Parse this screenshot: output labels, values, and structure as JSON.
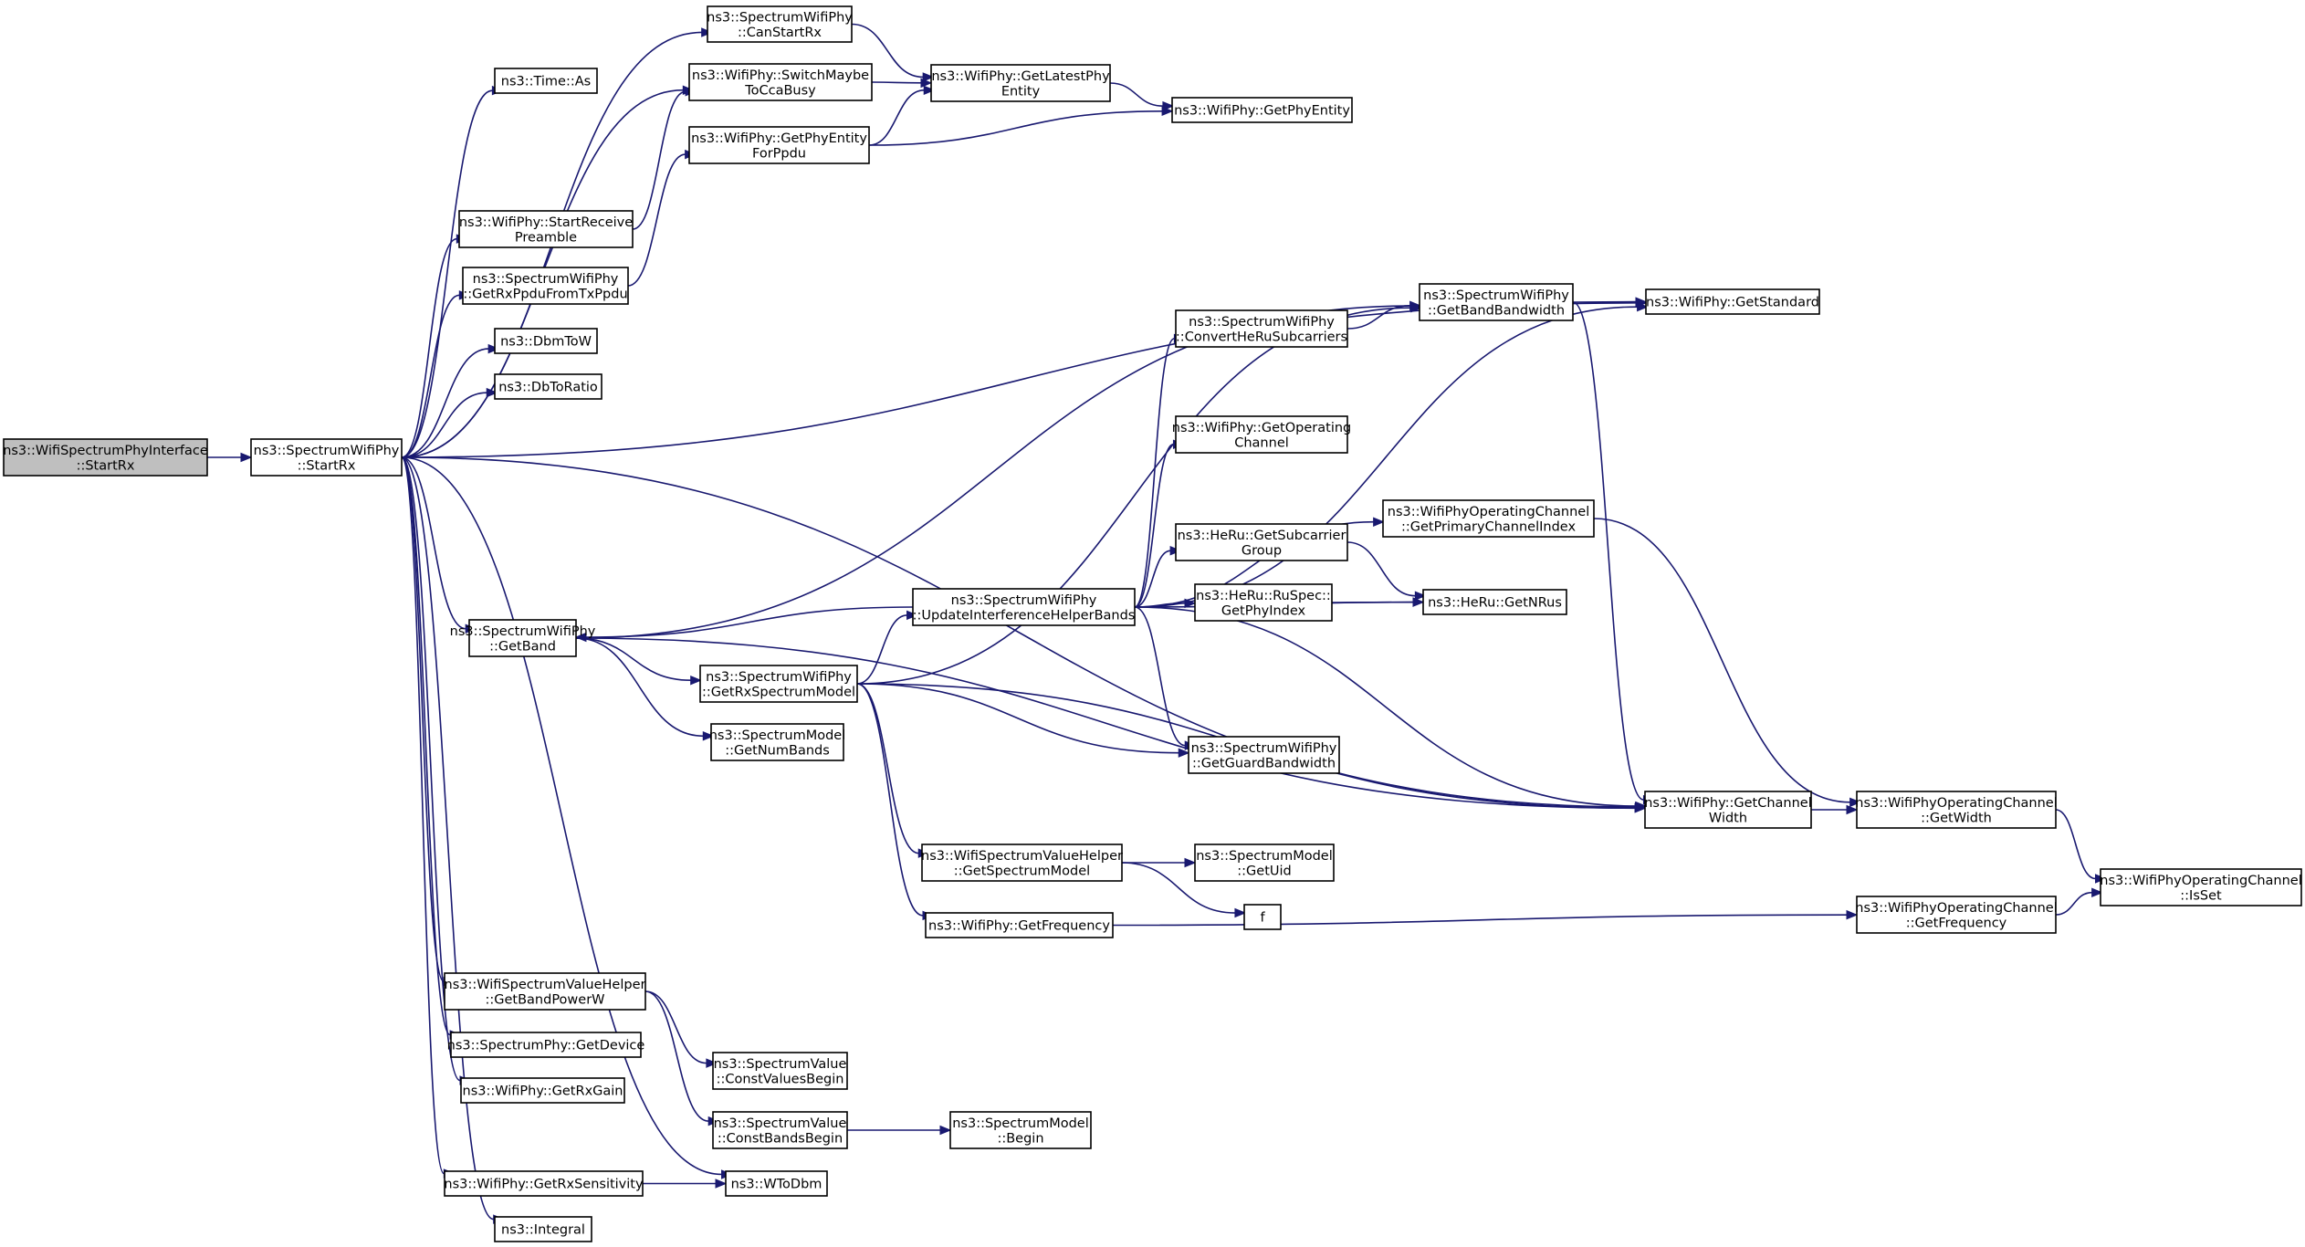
{
  "colors": {
    "edge": "#191970",
    "root_fill": "#bfbfbf",
    "node_fill": "#ffffff",
    "border": "#000000"
  },
  "nodes": [
    {
      "id": "root",
      "lines": [
        "ns3::WifiSpectrumPhyInterface",
        "::StartRx"
      ],
      "root": true
    },
    {
      "id": "sp_startrx",
      "lines": [
        "ns3::SpectrumWifiPhy",
        "::StartRx"
      ]
    },
    {
      "id": "canstartrx",
      "lines": [
        "ns3::SpectrumWifiPhy",
        "::CanStartRx"
      ]
    },
    {
      "id": "time_as",
      "lines": [
        "ns3::Time::As"
      ]
    },
    {
      "id": "switchmaybe",
      "lines": [
        "ns3::WifiPhy::SwitchMaybe",
        "ToCcaBusy"
      ]
    },
    {
      "id": "getlatestphy",
      "lines": [
        "ns3::WifiPhy::GetLatestPhy",
        "Entity"
      ]
    },
    {
      "id": "getphyentity",
      "lines": [
        "ns3::WifiPhy::GetPhyEntity"
      ]
    },
    {
      "id": "getphyentityppdu",
      "lines": [
        "ns3::WifiPhy::GetPhyEntity",
        "ForPpdu"
      ]
    },
    {
      "id": "startreceive",
      "lines": [
        "ns3::WifiPhy::StartReceive",
        "Preamble"
      ]
    },
    {
      "id": "getrxppdu",
      "lines": [
        "ns3::SpectrumWifiPhy",
        "::GetRxPpduFromTxPpdu"
      ]
    },
    {
      "id": "dbmtow",
      "lines": [
        "ns3::DbmToW"
      ]
    },
    {
      "id": "dbtoratio",
      "lines": [
        "ns3::DbToRatio"
      ]
    },
    {
      "id": "getbandwidth",
      "lines": [
        "ns3::SpectrumWifiPhy",
        "::GetBandBandwidth"
      ]
    },
    {
      "id": "getstandard",
      "lines": [
        "ns3::WifiPhy::GetStandard"
      ]
    },
    {
      "id": "converthe",
      "lines": [
        "ns3::SpectrumWifiPhy",
        "::ConvertHeRuSubcarriers"
      ]
    },
    {
      "id": "getopchannel",
      "lines": [
        "ns3::WifiPhy::GetOperating",
        "Channel"
      ]
    },
    {
      "id": "getprimaryidx",
      "lines": [
        "ns3::WifiPhyOperatingChannel",
        "::GetPrimaryChannelIndex"
      ]
    },
    {
      "id": "getsubcarrier",
      "lines": [
        "ns3::HeRu::GetSubcarrier",
        "Group"
      ]
    },
    {
      "id": "ruspec_phyidx",
      "lines": [
        "ns3::HeRu::RuSpec::",
        "GetPhyIndex"
      ]
    },
    {
      "id": "getnrus",
      "lines": [
        "ns3::HeRu::GetNRus"
      ]
    },
    {
      "id": "updateinterf",
      "lines": [
        "ns3::SpectrumWifiPhy",
        "::UpdateInterferenceHelperBands"
      ]
    },
    {
      "id": "getband",
      "lines": [
        "ns3::SpectrumWifiPhy",
        "::GetBand"
      ]
    },
    {
      "id": "getrxspectrum",
      "lines": [
        "ns3::SpectrumWifiPhy",
        "::GetRxSpectrumModel"
      ]
    },
    {
      "id": "getnumbands",
      "lines": [
        "ns3::SpectrumModel",
        "::GetNumBands"
      ]
    },
    {
      "id": "getguardbw",
      "lines": [
        "ns3::SpectrumWifiPhy",
        "::GetGuardBandwidth"
      ]
    },
    {
      "id": "getchannelwidth",
      "lines": [
        "ns3::WifiPhy::GetChannel",
        "Width"
      ]
    },
    {
      "id": "opch_getwidth",
      "lines": [
        "ns3::WifiPhyOperatingChannel",
        "::GetWidth"
      ]
    },
    {
      "id": "opch_isset",
      "lines": [
        "ns3::WifiPhyOperatingChannel",
        "::IsSet"
      ]
    },
    {
      "id": "getspectrummodel",
      "lines": [
        "ns3::WifiSpectrumValueHelper",
        "::GetSpectrumModel"
      ]
    },
    {
      "id": "getuid",
      "lines": [
        "ns3::SpectrumModel",
        "::GetUid"
      ]
    },
    {
      "id": "f",
      "lines": [
        "f"
      ]
    },
    {
      "id": "getfrequency",
      "lines": [
        "ns3::WifiPhy::GetFrequency"
      ]
    },
    {
      "id": "opch_getfreq",
      "lines": [
        "ns3::WifiPhyOperatingChannel",
        "::GetFrequency"
      ]
    },
    {
      "id": "getbandpowerw",
      "lines": [
        "ns3::WifiSpectrumValueHelper",
        "::GetBandPowerW"
      ]
    },
    {
      "id": "getdevice",
      "lines": [
        "ns3::SpectrumPhy::GetDevice"
      ]
    },
    {
      "id": "constvalues",
      "lines": [
        "ns3::SpectrumValue",
        "::ConstValuesBegin"
      ]
    },
    {
      "id": "getrxgain",
      "lines": [
        "ns3::WifiPhy::GetRxGain"
      ]
    },
    {
      "id": "constbands",
      "lines": [
        "ns3::SpectrumValue",
        "::ConstBandsBegin"
      ]
    },
    {
      "id": "sm_begin",
      "lines": [
        "ns3::SpectrumModel",
        "::Begin"
      ]
    },
    {
      "id": "getrxsens",
      "lines": [
        "ns3::WifiPhy::GetRxSensitivity"
      ]
    },
    {
      "id": "wtodbm",
      "lines": [
        "ns3::WToDbm"
      ]
    },
    {
      "id": "integral",
      "lines": [
        "ns3::Integral"
      ]
    }
  ],
  "edges": [
    [
      "root",
      "sp_startrx"
    ],
    [
      "sp_startrx",
      "canstartrx"
    ],
    [
      "sp_startrx",
      "time_as"
    ],
    [
      "sp_startrx",
      "switchmaybe"
    ],
    [
      "sp_startrx",
      "startreceive"
    ],
    [
      "sp_startrx",
      "getrxppdu"
    ],
    [
      "sp_startrx",
      "dbmtow"
    ],
    [
      "sp_startrx",
      "dbtoratio"
    ],
    [
      "sp_startrx",
      "getstandard"
    ],
    [
      "sp_startrx",
      "getband"
    ],
    [
      "sp_startrx",
      "getchannelwidth"
    ],
    [
      "sp_startrx",
      "getbandpowerw"
    ],
    [
      "sp_startrx",
      "getdevice"
    ],
    [
      "sp_startrx",
      "getrxgain"
    ],
    [
      "sp_startrx",
      "getrxsens"
    ],
    [
      "sp_startrx",
      "wtodbm"
    ],
    [
      "sp_startrx",
      "integral"
    ],
    [
      "canstartrx",
      "getlatestphy"
    ],
    [
      "switchmaybe",
      "getlatestphy"
    ],
    [
      "getlatestphy",
      "getphyentity"
    ],
    [
      "getphyentityppdu",
      "getlatestphy"
    ],
    [
      "getphyentityppdu",
      "getphyentity"
    ],
    [
      "startreceive",
      "switchmaybe"
    ],
    [
      "getrxppdu",
      "getphyentityppdu"
    ],
    [
      "getbandwidth",
      "getstandard"
    ],
    [
      "getbandwidth",
      "getchannelwidth"
    ],
    [
      "converthe",
      "getbandwidth"
    ],
    [
      "getband",
      "getbandwidth"
    ],
    [
      "getband",
      "getrxspectrum"
    ],
    [
      "getband",
      "getnumbands"
    ],
    [
      "getband",
      "getchannelwidth"
    ],
    [
      "getrxspectrum",
      "getbandwidth"
    ],
    [
      "getrxspectrum",
      "updateinterf"
    ],
    [
      "getrxspectrum",
      "getguardbw"
    ],
    [
      "getrxspectrum",
      "getchannelwidth"
    ],
    [
      "getrxspectrum",
      "getspectrummodel"
    ],
    [
      "getrxspectrum",
      "getfrequency"
    ],
    [
      "updateinterf",
      "getband"
    ],
    [
      "updateinterf",
      "converthe"
    ],
    [
      "updateinterf",
      "getstandard"
    ],
    [
      "updateinterf",
      "getopchannel"
    ],
    [
      "updateinterf",
      "getprimaryidx"
    ],
    [
      "updateinterf",
      "getsubcarrier"
    ],
    [
      "updateinterf",
      "ruspec_phyidx"
    ],
    [
      "updateinterf",
      "getnrus"
    ],
    [
      "updateinterf",
      "getguardbw"
    ],
    [
      "updateinterf",
      "getchannelwidth"
    ],
    [
      "getsubcarrier",
      "getnrus"
    ],
    [
      "ruspec_phyidx",
      "getnrus"
    ],
    [
      "getprimaryidx",
      "opch_getwidth"
    ],
    [
      "getchannelwidth",
      "opch_getwidth"
    ],
    [
      "opch_getwidth",
      "opch_isset"
    ],
    [
      "getspectrummodel",
      "getuid"
    ],
    [
      "getspectrummodel",
      "f"
    ],
    [
      "getfrequency",
      "opch_getfreq"
    ],
    [
      "opch_getfreq",
      "opch_isset"
    ],
    [
      "getbandpowerw",
      "constvalues"
    ],
    [
      "getbandpowerw",
      "constbands"
    ],
    [
      "constbands",
      "sm_begin"
    ],
    [
      "getrxsens",
      "wtodbm"
    ]
  ]
}
